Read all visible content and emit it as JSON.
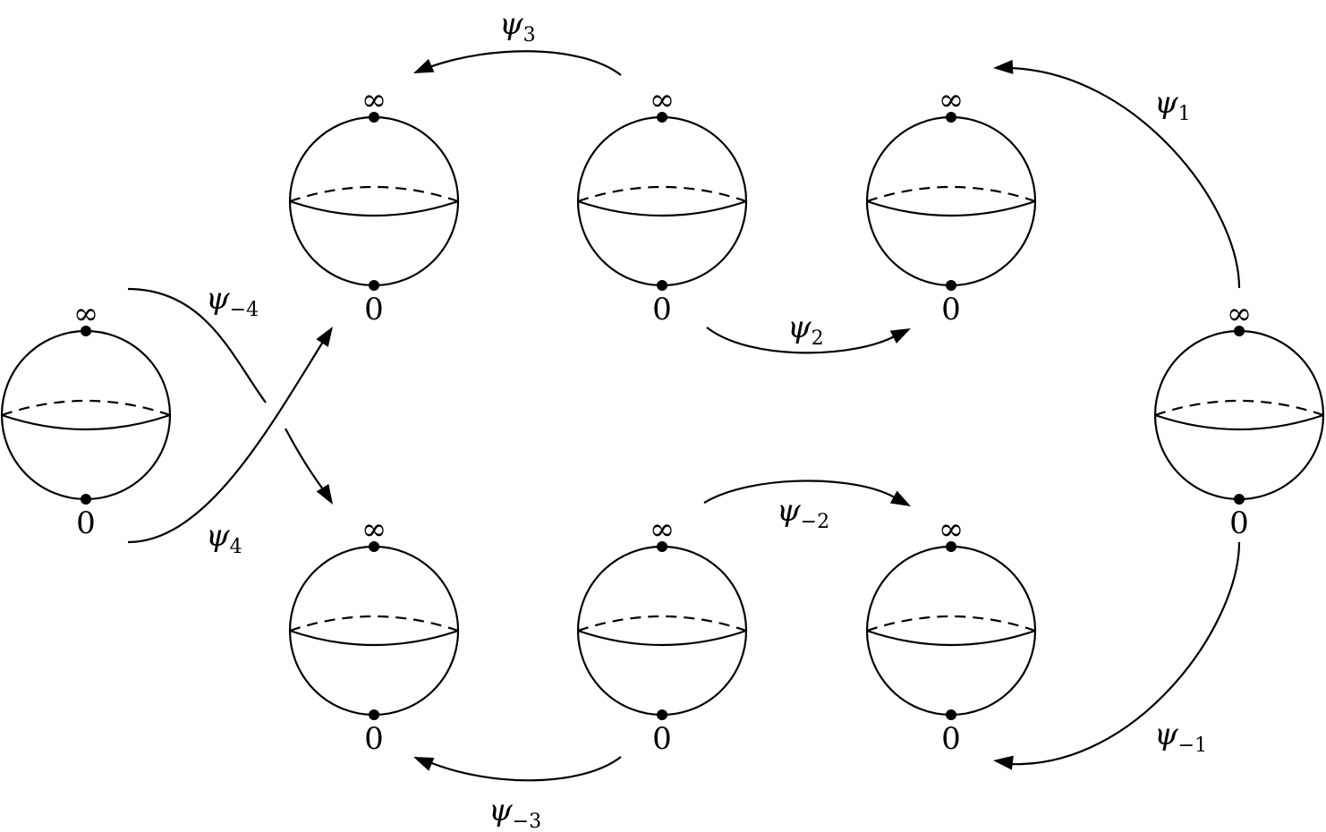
{
  "spheres": [
    {
      "id": "s-left",
      "top_label": "∞",
      "bottom_label": "0"
    },
    {
      "id": "s-top-1",
      "top_label": "∞",
      "bottom_label": "0"
    },
    {
      "id": "s-top-2",
      "top_label": "∞",
      "bottom_label": "0"
    },
    {
      "id": "s-top-3",
      "top_label": "∞",
      "bottom_label": "0"
    },
    {
      "id": "s-right",
      "top_label": "∞",
      "bottom_label": "0"
    },
    {
      "id": "s-bottom-1",
      "top_label": "∞",
      "bottom_label": "0"
    },
    {
      "id": "s-bottom-2",
      "top_label": "∞",
      "bottom_label": "0"
    },
    {
      "id": "s-bottom-3",
      "top_label": "∞",
      "bottom_label": "0"
    }
  ],
  "maps": [
    {
      "id": "psi-1",
      "symbol": "ψ",
      "subscript": "1"
    },
    {
      "id": "psi-2",
      "symbol": "ψ",
      "subscript": "2"
    },
    {
      "id": "psi-3",
      "symbol": "ψ",
      "subscript": "3"
    },
    {
      "id": "psi-4",
      "symbol": "ψ",
      "subscript": "4"
    },
    {
      "id": "psi-neg-1",
      "symbol": "ψ",
      "subscript": "−1"
    },
    {
      "id": "psi-neg-2",
      "symbol": "ψ",
      "subscript": "−2"
    },
    {
      "id": "psi-neg-3",
      "symbol": "ψ",
      "subscript": "−3"
    },
    {
      "id": "psi-neg-4",
      "symbol": "ψ",
      "subscript": "−4"
    }
  ]
}
